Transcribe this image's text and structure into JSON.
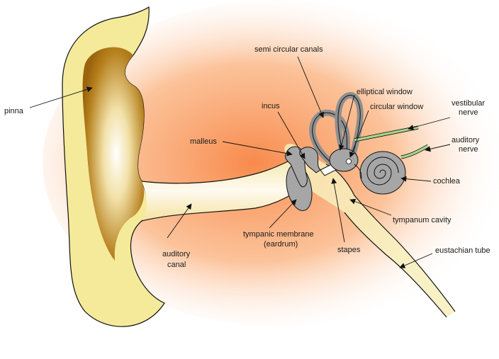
{
  "labels": {
    "pinna": "pinna",
    "semi_circular_canals": "semi circular canals",
    "elliptical_window": "elliptical window",
    "incus": "incus",
    "circular_window": "circular window",
    "vestibular_nerve_line1": "vestibular",
    "vestibular_nerve_line2": "nerve",
    "malleus": "malleus",
    "auditory_nerve_line1": "auditory",
    "auditory_nerve_line2": "nerve",
    "cochlea": "cochlea",
    "tympanum_cavity": "tympanum cavity",
    "tympanic_membrane_line1": "tympanic membrane",
    "tympanic_membrane_line2": "(eardrum)",
    "stapes": "stapes",
    "eustachian_tube": "eustachian tube",
    "auditory_canal_line1": "auditory",
    "auditory_canal_line2": "canal"
  },
  "colors": {
    "glow": "#f88a4c",
    "pinna_fill": "#f4ea9a",
    "pinna_inner": "#a8700f",
    "canal_fill": "#f7eebc",
    "ossicle_grey": "#a6a6a6",
    "nerve_green": "#a6d58a"
  }
}
